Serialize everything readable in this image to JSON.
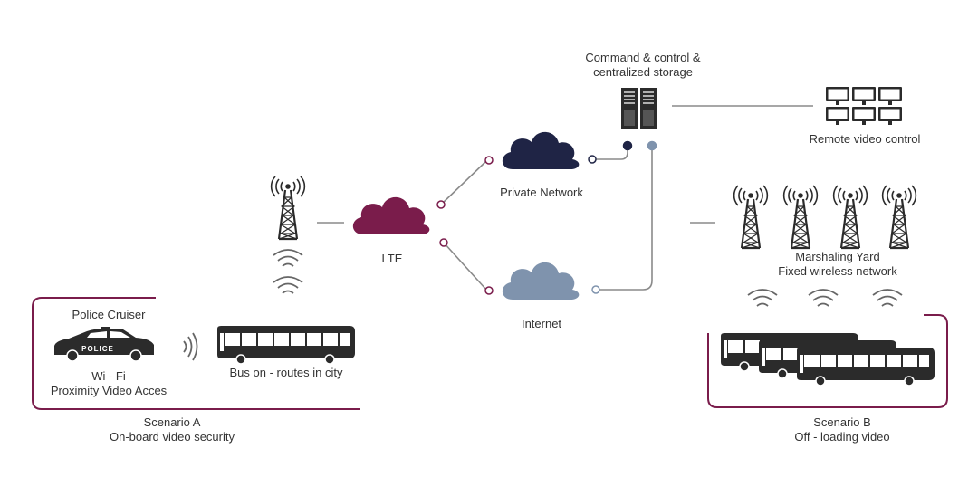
{
  "labels": {
    "command": [
      "Command & control &",
      "centralized storage"
    ],
    "remote": "Remote video control",
    "private": "Private Network",
    "lte": "LTE",
    "internet": "Internet",
    "yard": [
      "Marshaling Yard",
      "Fixed wireless network"
    ],
    "police_title": "Police Cruiser",
    "police_car_text": "POLICE",
    "wifi": [
      "Wi - Fi",
      "Proximity Video Acces"
    ],
    "bus_city": "Bus on - routes in city",
    "scenario_a": [
      "Scenario A",
      "On-board video security"
    ],
    "scenario_b": [
      "Scenario B",
      "Off - loading video"
    ]
  },
  "colors": {
    "accent": "#7a1c4b",
    "private_cloud": "#1f2445",
    "internet_cloud": "#7f93ad",
    "lte_cloud": "#7a1c4b",
    "line": "#8a8a8a",
    "dark": "#2b2b2b"
  },
  "icons": {
    "server": "server-rack-icon",
    "monitors": "monitor-wall-icon",
    "tower": "cell-tower-icon",
    "wifi": "wifi-waves-icon",
    "bus": "bus-icon",
    "police": "police-car-icon"
  }
}
